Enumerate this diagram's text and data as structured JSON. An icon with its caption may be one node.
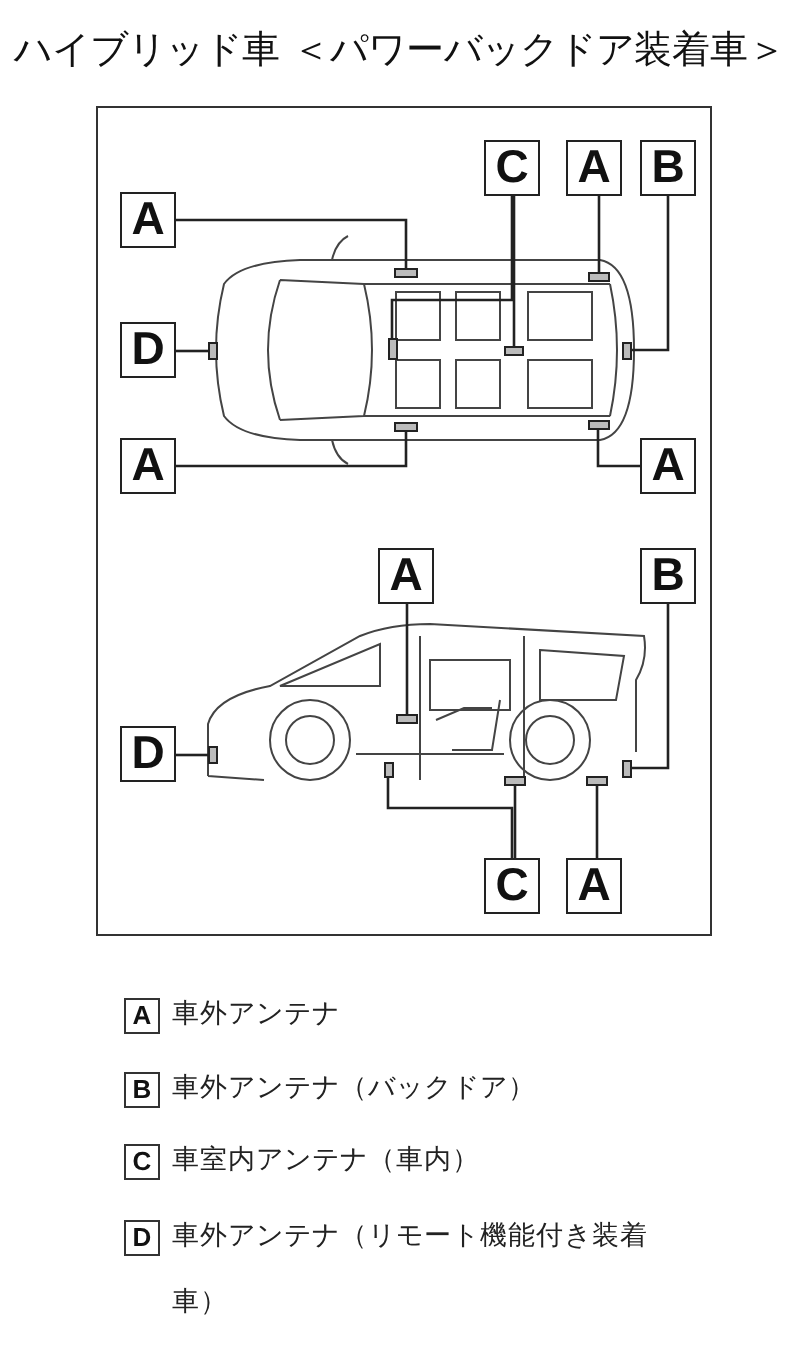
{
  "diagram": {
    "title": "ハイブリッド車 ＜パワーバックドア装着車＞",
    "nodes": [
      {
        "text": [
          "C"
        ]
      },
      {
        "text": [
          "A"
        ]
      },
      {
        "text": [
          "B"
        ]
      },
      {
        "text": [
          "A"
        ]
      },
      {
        "text": [
          "D"
        ]
      },
      {
        "text": [
          "A"
        ]
      },
      {
        "text": [
          "A"
        ]
      },
      {
        "text": [
          "A"
        ]
      },
      {
        "text": [
          "B"
        ]
      },
      {
        "text": [
          "D"
        ]
      },
      {
        "text": [
          "C"
        ]
      },
      {
        "text": [
          "A"
        ]
      },
      {
        "text": [],
        "shape": "box"
      },
      {
        "text": [],
        "shape": "box"
      },
      {
        "text": [],
        "shape": "box"
      },
      {
        "text": [],
        "shape": "box"
      },
      {
        "text": [],
        "shape": "box"
      },
      {
        "text": [],
        "shape": "box"
      },
      {
        "text": [],
        "shape": "box"
      },
      {
        "text": [],
        "shape": "box"
      },
      {
        "text": [],
        "shape": "box"
      },
      {
        "text": [],
        "shape": "box"
      },
      {
        "text": [],
        "shape": "box"
      },
      {
        "text": [],
        "shape": "box"
      },
      {
        "text": [],
        "shape": "box"
      },
      {
        "text": [],
        "shape": "box"
      },
      {
        "text": [
          "A"
        ],
        "beside": [
          "車外アンテナ"
        ]
      },
      {
        "text": [
          "B"
        ],
        "beside": [
          "車外アンテナ（バックドア）"
        ]
      },
      {
        "text": [
          "C"
        ],
        "beside": [
          "車室内アンテナ（車内）"
        ]
      },
      {
        "text": [
          "D"
        ],
        "beside": [
          "車外アンテナ（リモート機能付き装着車）"
        ]
      }
    ],
    "edges": [
      {
        "from": 3,
        "to": 12,
        "arrow": "none"
      },
      {
        "from": 0,
        "to": 16,
        "arrow": "none"
      },
      {
        "from": 0,
        "to": 15,
        "arrow": "none"
      },
      {
        "from": 1,
        "to": 13,
        "arrow": "none"
      },
      {
        "from": 2,
        "to": 17,
        "arrow": "none"
      },
      {
        "from": 4,
        "to": 14,
        "arrow": "none"
      },
      {
        "from": 5,
        "to": 18,
        "arrow": "none"
      },
      {
        "from": 6,
        "to": 19,
        "arrow": "none"
      },
      {
        "from": 7,
        "to": 20,
        "arrow": "none"
      },
      {
        "from": 8,
        "to": 22,
        "arrow": "none"
      },
      {
        "from": 9,
        "to": 21,
        "arrow": "none"
      },
      {
        "from": 10,
        "to": 23,
        "arrow": "none"
      },
      {
        "from": 10,
        "to": 24,
        "arrow": "none"
      },
      {
        "from": 11,
        "to": 25,
        "arrow": "none"
      }
    ]
  }
}
